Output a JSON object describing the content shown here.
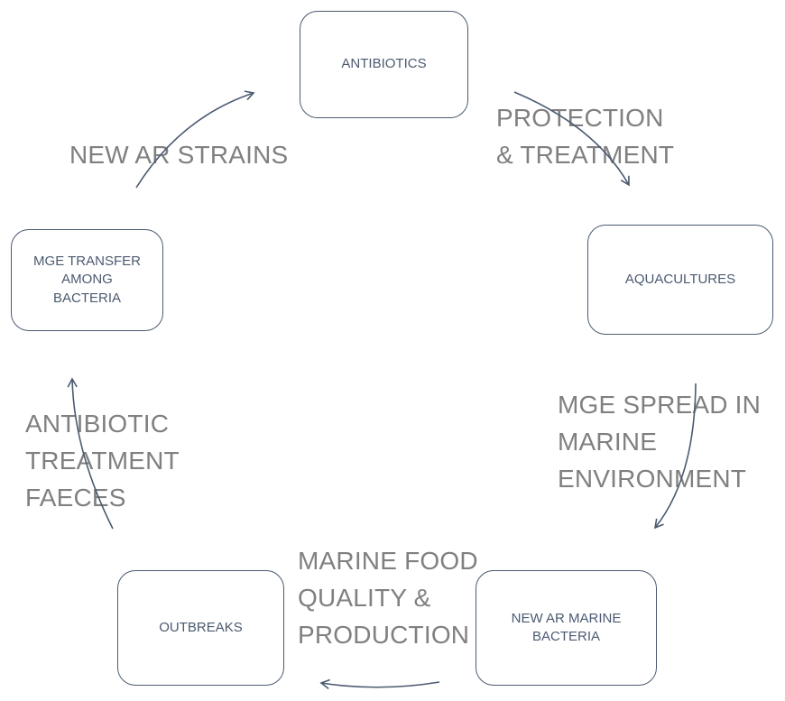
{
  "nodes": {
    "antibiotics": "ANTIBIOTICS",
    "aquacultures": "AQUACULTURES",
    "new_ar_marine_bacteria": "NEW AR MARINE\nBACTERIA",
    "outbreaks": "OUTBREAKS",
    "mge_transfer": "MGE TRANSFER\nAMONG\nBACTERIA"
  },
  "edge_labels": {
    "protection_treatment": "PROTECTION\n& TREATMENT",
    "mge_spread": "MGE SPREAD IN\nMARINE\nENVIRONMENT",
    "marine_food": "MARINE FOOD\nQUALITY &\nPRODUCTION",
    "antibiotic_treatment": "ANTIBIOTIC\nTREATMENT\nFAECES",
    "new_ar_strains": "NEW AR STRAINS"
  },
  "colors": {
    "node_border": "#4b5a70",
    "node_text": "#4b5a70",
    "label_text": "#808080",
    "arrow": "#4b5a70"
  }
}
